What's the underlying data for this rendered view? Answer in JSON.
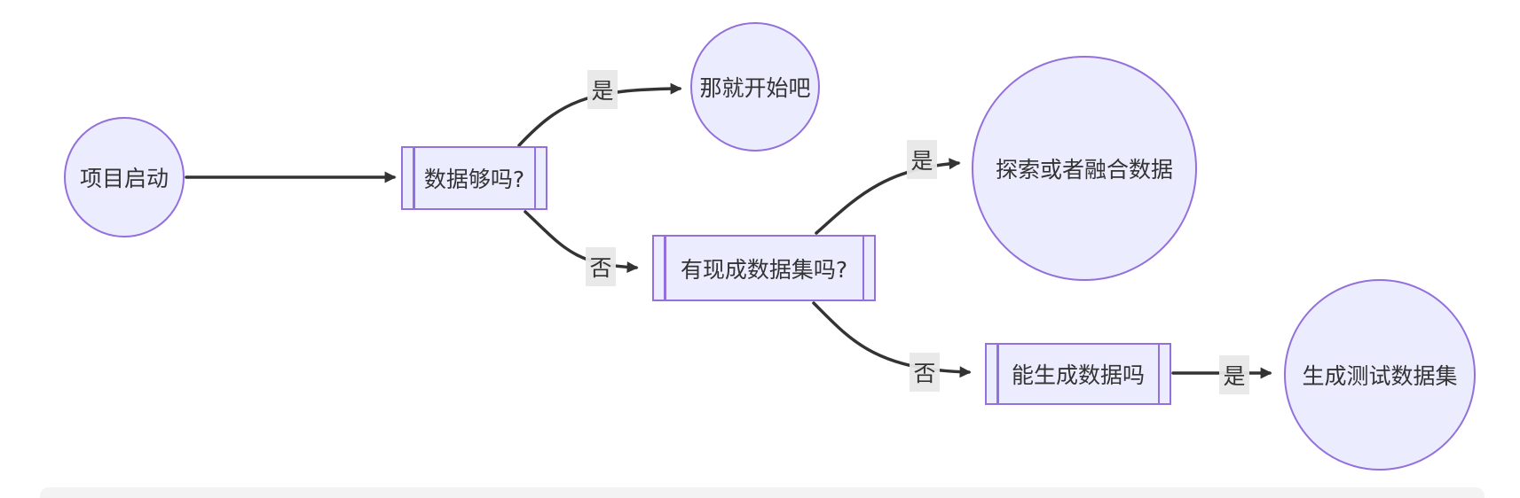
{
  "diagram": {
    "type": "flowchart",
    "direction": "left-to-right",
    "nodes": [
      {
        "id": "project-start",
        "shape": "circle",
        "label": "项目启动"
      },
      {
        "id": "data-enough",
        "shape": "subroutine",
        "label": "数据够吗?"
      },
      {
        "id": "then-begin",
        "shape": "circle",
        "label": "那就开始吧"
      },
      {
        "id": "have-dataset",
        "shape": "subroutine",
        "label": "有现成数据集吗?"
      },
      {
        "id": "explore-merge",
        "shape": "circle",
        "label": "探索或者融合数据"
      },
      {
        "id": "can-generate",
        "shape": "subroutine",
        "label": "能生成数据吗"
      },
      {
        "id": "generate-testset",
        "shape": "circle",
        "label": "生成测试数据集"
      }
    ],
    "edges": [
      {
        "from": "project-start",
        "to": "data-enough",
        "label": ""
      },
      {
        "from": "data-enough",
        "to": "then-begin",
        "label": "是"
      },
      {
        "from": "data-enough",
        "to": "have-dataset",
        "label": "否"
      },
      {
        "from": "have-dataset",
        "to": "explore-merge",
        "label": "是"
      },
      {
        "from": "have-dataset",
        "to": "can-generate",
        "label": "否"
      },
      {
        "from": "can-generate",
        "to": "generate-testset",
        "label": "是"
      }
    ],
    "colors": {
      "node_fill": "#ECECFF",
      "node_border": "#9370DB",
      "edge_line": "#333333",
      "edge_label_bg": "#e8e8e8",
      "text": "#333333",
      "bottom_strip": "#f3f3f3"
    }
  }
}
